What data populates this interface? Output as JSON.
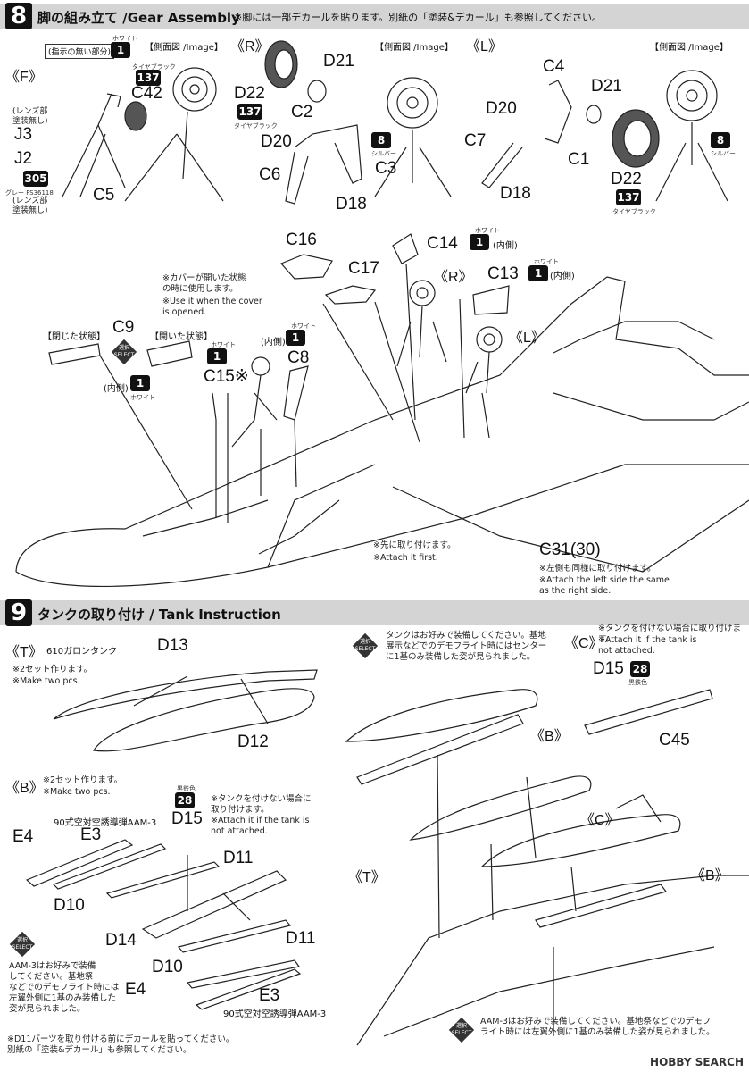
{
  "step8": {
    "number": "8",
    "title": "脚の組み立て /Gear Assembly",
    "note": "※脚には一部デカールを貼ります。別紙の「塗装&デカール」も参照してください。",
    "hidden_label": "(指示の無い部分)",
    "white_cap": "ホワイト",
    "white_num": "1",
    "side_view": "【側面図 /Image】",
    "side_view2": "【側面図 /Image】",
    "section_f": "《F》",
    "section_r": "《R》",
    "section_l": "《L》",
    "tire_black_cap": "タイヤブラック",
    "tire_black_num": "137",
    "silver_cap": "シルバー",
    "silver_num": "8",
    "gray_num": "305",
    "gray_cap": "グレー FS36118",
    "lens_note_a": "(レンズ部\n塗装無し)",
    "lens_note_b": "(レンズ部\n塗装無し)",
    "parts": {
      "c42": "C42",
      "j3": "J3",
      "j2": "J2",
      "c5": "C5",
      "c21r": "D21",
      "d22r": "D22",
      "c2": "C2",
      "d20r": "D20",
      "c6": "C6",
      "c3": "C3",
      "d18r": "D18",
      "c4": "C4",
      "d21l": "D21",
      "d20l": "D20",
      "c7": "C7",
      "c1": "C1",
      "d18l": "D18",
      "d22l": "D22",
      "c16": "C16",
      "c14": "C14",
      "c17": "C17",
      "c13": "C13",
      "c9": "C9",
      "c15": "C15※",
      "c8": "C8",
      "c31": "C31(30)"
    },
    "inner": "(内側)",
    "cover_note_jp": "※カバーが開いた状態\nの時に使用します。",
    "cover_note_en": "※Use it when the cover\nis opened.",
    "closed": "【閉じた状態】",
    "opened": "【開いた状態】",
    "attach_first_jp": "※先に取り付けます。",
    "attach_first_en": "※Attach it first.",
    "left_side_jp": "※左側も同様に取り付けます。",
    "left_side_en": "※Attach the left side the same\nas the right side.",
    "select_jp": "選択",
    "select_en": "SELECT"
  },
  "step9": {
    "number": "9",
    "title": "タンクの取り付け / Tank Instruction",
    "section_t": "《T》",
    "tank_name": "610ガロンタンク",
    "make_two_jp": "※2セット作ります。",
    "make_two_en": "※Make two pcs.",
    "d13": "D13",
    "d12": "D12",
    "section_b": "《B》",
    "make_two_jp_b": "※2セット作ります。",
    "make_two_en_b": "※Make two pcs.",
    "black_cap": "黒鉄色",
    "black_num": "28",
    "black_cap2": "黒鉄色",
    "black_num2": "28",
    "no_tank_jp": "※タンクを付けない場合に\n取り付けます。",
    "no_tank_en": "※Attach it if the tank is\nnot attached.",
    "no_tank_jp_c": "※タンクを付けない場合に取り付けます。",
    "no_tank_en_c": "※Attach it if the tank is\nnot attached.",
    "aam3": "90式空対空誘導弾AAM-3",
    "aam3_b": "90式空対空誘導弾AAM-3",
    "parts": {
      "e4a": "E4",
      "e3a": "E3",
      "d15": "D15",
      "d11a": "D11",
      "d10a": "D10",
      "d14": "D14",
      "d11b": "D11",
      "d10b": "D10",
      "e4b": "E4",
      "e3b": "E3",
      "d15c": "D15",
      "c45": "C45"
    },
    "section_c": "《C》",
    "section_c2": "《C》",
    "section_b2": "《B》",
    "section_b3": "《B》",
    "section_t2": "《T》",
    "center_note": "タンクはお好みで装備してください。基地\n展示などでのデモフライト時にはセンター\nに1基のみ装備した姿が見られました。",
    "aam_note_left": "AAM-3はお好みで装備\nしてください。基地祭\nなどでのデモフライト時には\n左翼外側に1基のみ装備した\n姿が見られました。",
    "aam_note_bottom": "AAM-3はお好みで装備してください。基地祭などでのデモフ\nライト時には左翼外側に1基のみ装備した姿が見られました。",
    "decal_note": "※D11パーツを取り付ける前にデカールを貼ってください。\n別紙の「塗装&デカール」も参照してください。",
    "select_jp": "選択",
    "select_en": "SELECT"
  },
  "watermark": "HOBBY SEARCH"
}
